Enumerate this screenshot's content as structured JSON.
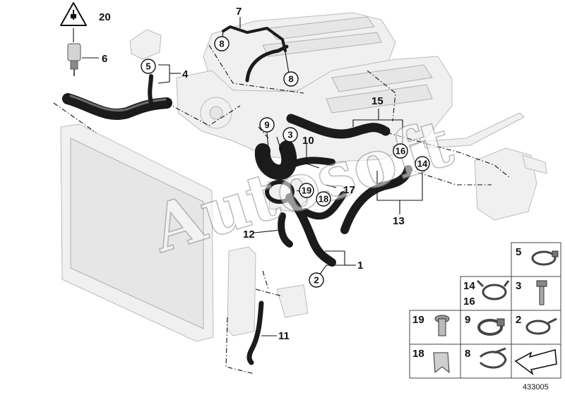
{
  "diagram_id": "433005",
  "watermark": "Autosoft",
  "callouts": {
    "c1": "1",
    "c2": "2",
    "c3": "3",
    "c4": "4",
    "c5": "5",
    "c6": "6",
    "c7": "7",
    "c8a": "8",
    "c8b": "8",
    "c9": "9",
    "c10": "10",
    "c11": "11",
    "c12": "12",
    "c13": "13",
    "c14": "14",
    "c15": "15",
    "c16": "16",
    "c17": "17",
    "c18": "18",
    "c19": "19",
    "c20": "20"
  },
  "legend": {
    "cells": [
      {
        "label": "5"
      },
      {
        "label": "14"
      },
      {
        "label": "16"
      },
      {
        "label": "3"
      },
      {
        "label": "19"
      },
      {
        "label": "9"
      },
      {
        "label": "2"
      },
      {
        "label": "18"
      },
      {
        "label": "8"
      }
    ]
  }
}
